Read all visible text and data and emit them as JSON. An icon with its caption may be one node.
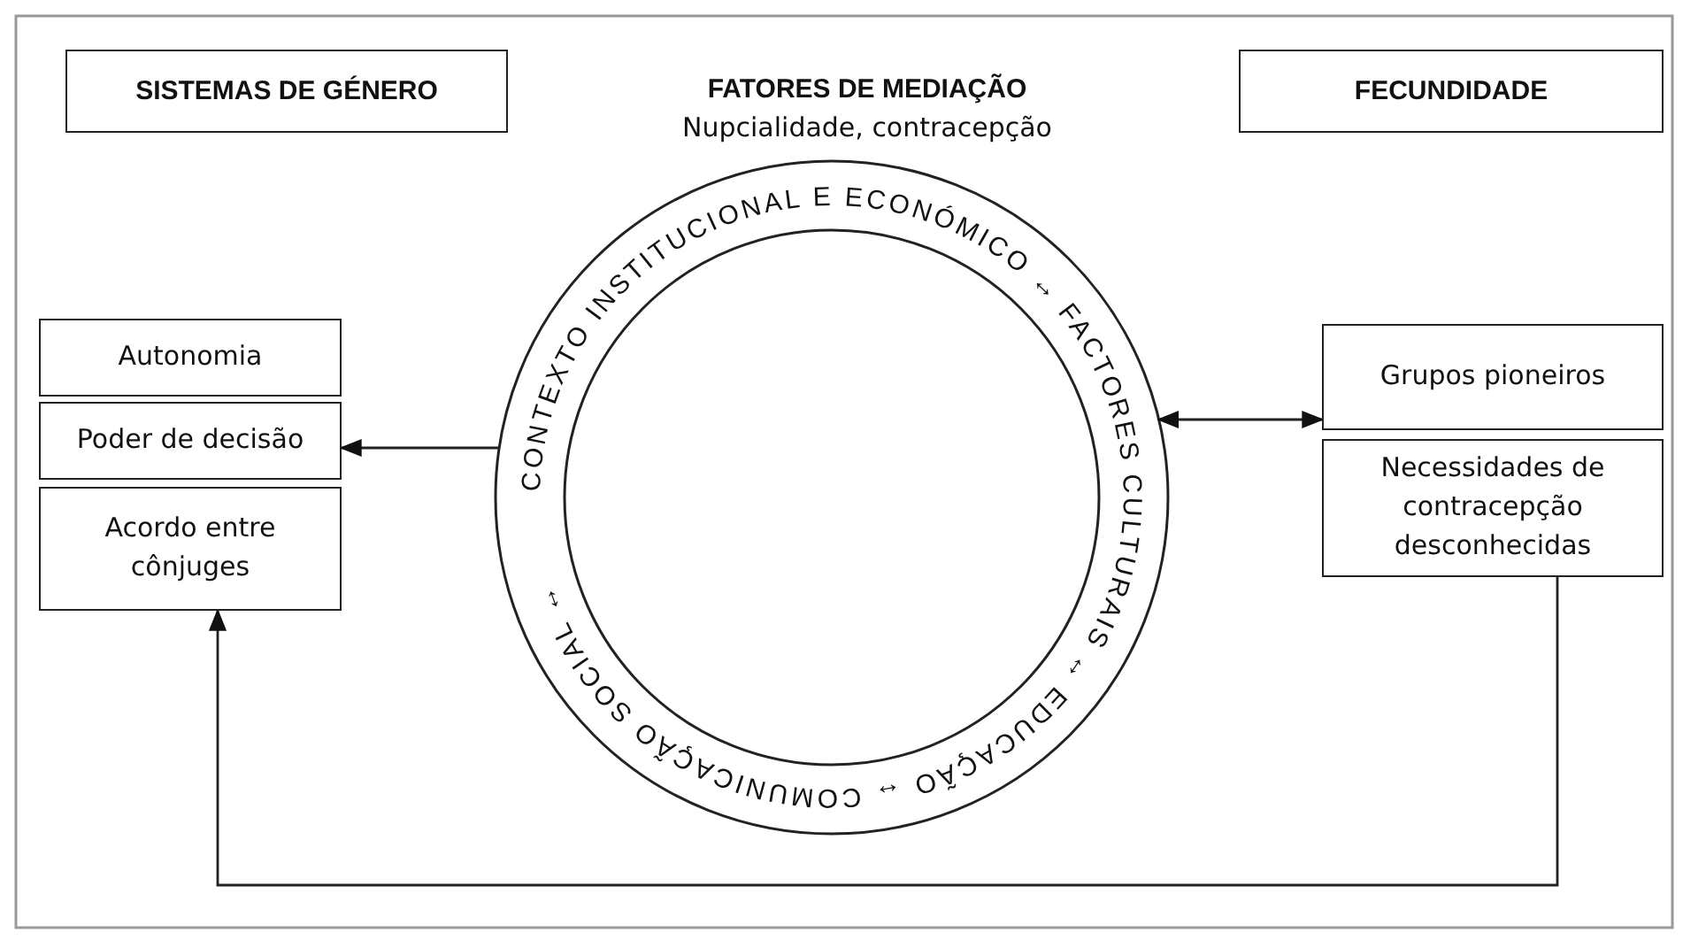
{
  "diagram": {
    "nodes": [
      {
        "text": [
          "SISTEMAS DE GÉNERO"
        ]
      },
      {
        "text": [
          "FECUNDIDADE"
        ]
      },
      {
        "text": [
          "Autonomia"
        ]
      },
      {
        "text": [
          "Poder de decisão"
        ]
      },
      {
        "text": [
          "Acordo entre cônjuges"
        ]
      },
      {
        "text": [
          "CONTEXTO INSTITUCIONAL E ECONÓMICO ↔ FACTORES CULTURAIS ↔ EDUCAÇÃO ↔ COMUNICAÇÃO SOCIAL ↔"
        ]
      },
      {
        "text": [
          "Grupos pioneiros"
        ]
      },
      {
        "text": [
          "Necessidades de contracepção desconhecidas"
        ]
      }
    ],
    "edges": [
      {
        "from": 5,
        "to": 3,
        "arrow": "to"
      },
      {
        "from": 5,
        "to": 6,
        "arrow": "both"
      },
      {
        "from": 7,
        "to": 4,
        "arrow": "to"
      }
    ],
    "labels": [
      "FATORES DE MEDIAÇÃO",
      "Nupcialidade, contracepção"
    ]
  }
}
